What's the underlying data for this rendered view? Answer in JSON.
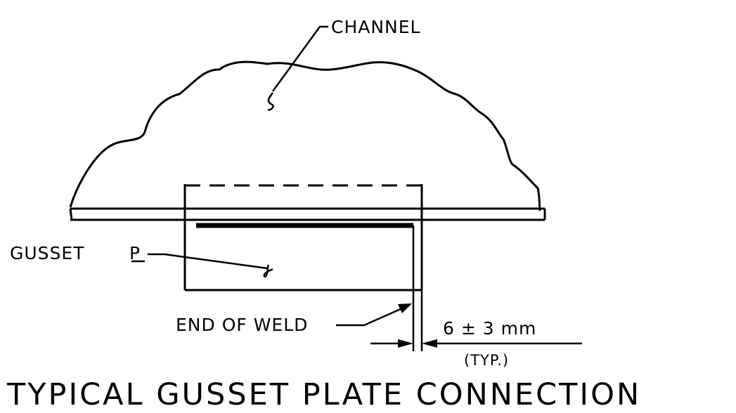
{
  "labels": {
    "channel": "CHANNEL",
    "gusset_prefix": "GUSSET",
    "plate_symbol": "P",
    "end_of_weld": "END OF WELD",
    "dimension": "6 ± 3 mm",
    "typical_note": "(TYP.)",
    "title": "TYPICAL GUSSET PLATE CONNECTION"
  },
  "colors": {
    "ink": "#000000",
    "background": "#ffffff"
  }
}
